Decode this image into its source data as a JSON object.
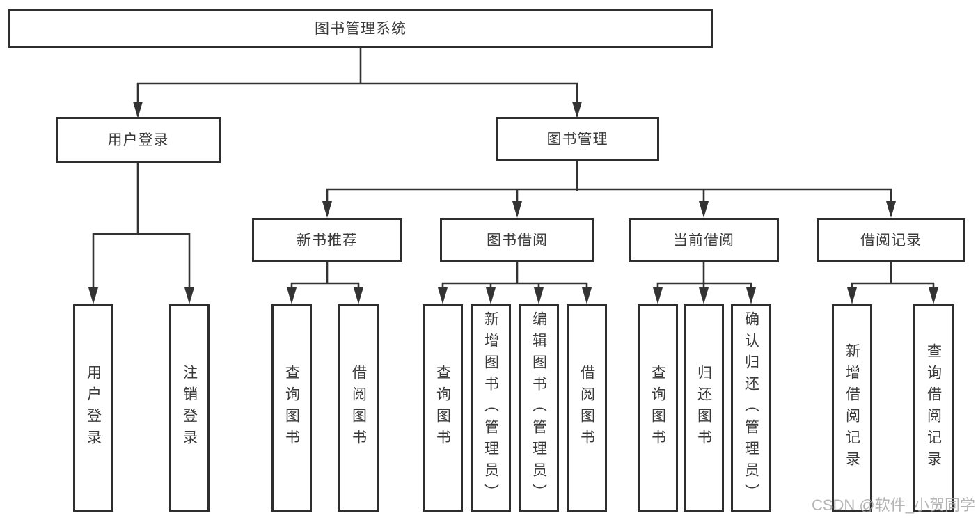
{
  "diagram": {
    "type": "function-structure-tree",
    "root": {
      "label": "图书管理系统"
    },
    "level2": [
      {
        "label": "用户登录",
        "parent": "图书管理系统"
      },
      {
        "label": "图书管理",
        "parent": "图书管理系统"
      }
    ],
    "level3": [
      {
        "label": "新书推荐",
        "parent": "图书管理"
      },
      {
        "label": "图书借阅",
        "parent": "图书管理"
      },
      {
        "label": "当前借阅",
        "parent": "图书管理"
      },
      {
        "label": "借阅记录",
        "parent": "图书管理"
      }
    ],
    "leaves": [
      {
        "label": "用户登录",
        "parent": "用户登录"
      },
      {
        "label": "注销登录",
        "parent": "用户登录"
      },
      {
        "label": "查询图书",
        "parent": "新书推荐"
      },
      {
        "label": "借阅图书",
        "parent": "新书推荐"
      },
      {
        "label": "查询图书",
        "parent": "图书借阅"
      },
      {
        "label": "新增图书（管理员）",
        "parent": "图书借阅"
      },
      {
        "label": "编辑图书（管理员）",
        "parent": "图书借阅"
      },
      {
        "label": "借阅图书",
        "parent": "图书借阅"
      },
      {
        "label": "查询图书",
        "parent": "当前借阅"
      },
      {
        "label": "归还图书",
        "parent": "当前借阅"
      },
      {
        "label": "确认归还（管理员）",
        "parent": "当前借阅"
      },
      {
        "label": "新增借阅记录",
        "parent": "借阅记录"
      },
      {
        "label": "查询借阅记录",
        "parent": "借阅记录"
      }
    ]
  },
  "watermark": {
    "text": "CSDN @软件_小贺同学"
  },
  "colors": {
    "line": "#333333",
    "border": "#2e2e2e",
    "text": "#3a3a3a",
    "watermark": "#a8a8a8",
    "background": "#ffffff"
  }
}
